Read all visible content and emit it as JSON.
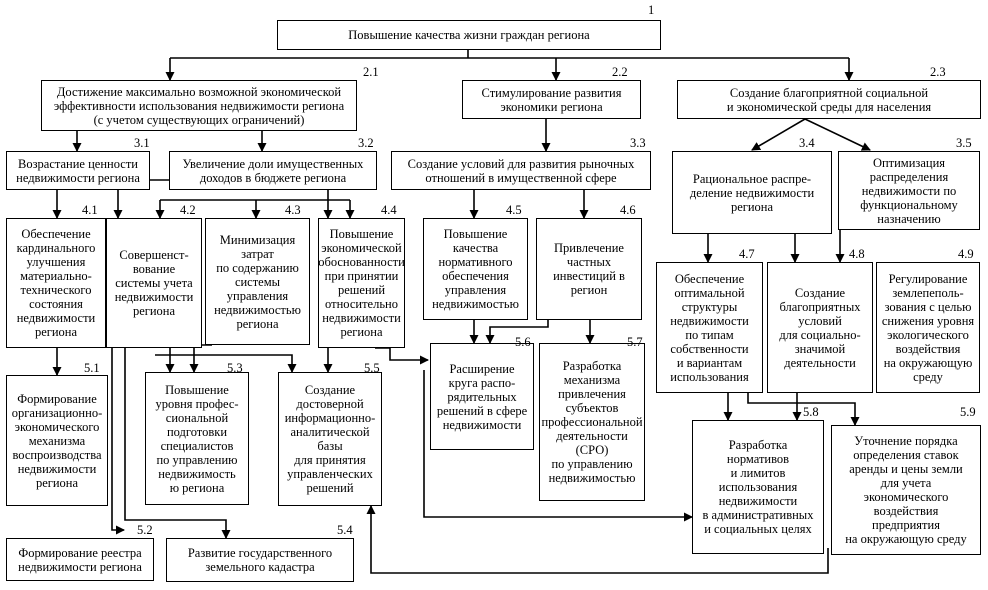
{
  "nodes": {
    "n1": {
      "num": "1",
      "text": "Повышение качества жизни граждан региона"
    },
    "n21": {
      "num": "2.1",
      "text": "Достижение максимально возможной экономической\nэффективности использования недвижимости региона\n(с учетом существующих ограничений)"
    },
    "n22": {
      "num": "2.2",
      "text": "Стимулирование развития\nэкономики региона"
    },
    "n23": {
      "num": "2.3",
      "text": "Создание благоприятной социальной\nи экономической среды для населения"
    },
    "n31": {
      "num": "3.1",
      "text": "Возрастание ценности\nнедвижимости региона"
    },
    "n32": {
      "num": "3.2",
      "text": "Увеличение доли имущественных\nдоходов в бюджете региона"
    },
    "n33": {
      "num": "3.3",
      "text": "Создание условий для развития рыночных\nотношений в имущественной сфере"
    },
    "n34": {
      "num": "3.4",
      "text": "Рациональное распре-\nделение недвижимости\nрегиона"
    },
    "n35": {
      "num": "3.5",
      "text": "Оптимизация\nраспределения\nнедвижимости по\nфункциональному\nназначению"
    },
    "n41": {
      "num": "4.1",
      "text": "Обеспечение\nкардинального\nулучшения\nматериально-\nтехнического\nсостояния\nнедвижимости\nрегиона"
    },
    "n42": {
      "num": "4.2",
      "text": "Совершенст-\nвование\nсистемы учета\nнедвижимости\nрегиона"
    },
    "n43": {
      "num": "4.3",
      "text": "Минимизация\nзатрат\nпо содержанию\nсистемы\nуправления\nнедвижимостью\nрегиона"
    },
    "n44": {
      "num": "4.4",
      "text": "Повышение\nэкономической\nобоснованности\nпри принятии\nрешений\nотносительно\nнедвижимости\nрегиона"
    },
    "n45": {
      "num": "4.5",
      "text": "Повышение\nкачества\nнормативного\nобеспечения\nуправления\nнедвижимостью"
    },
    "n46": {
      "num": "4.6",
      "text": "Привлечение\nчастных\nинвестиций в\nрегион"
    },
    "n47": {
      "num": "4.7",
      "text": "Обеспечение\nоптимальной\nструктуры\nнедвижимости\nпо типам\nсобственности\nи вариантам\nиспользования"
    },
    "n48": {
      "num": "4.8",
      "text": "Создание\nблагоприятных\nусловий\nдля социально-\nзначимой\nдеятельности"
    },
    "n49": {
      "num": "4.9",
      "text": "Регулирование\nземлепеполь-\nзования с целью\nснижения уровня\nэкологического\nвоздействия\nна окружающую\nсреду"
    },
    "n51": {
      "num": "5.1",
      "text": "Формирование\nорганизационно-\nэкономического\nмеханизма\nвоспроизводства\nнедвижимости\nрегиона"
    },
    "n52": {
      "num": "5.2",
      "text": "Формирование реестра\nнедвижимости региона"
    },
    "n53": {
      "num": "5.3",
      "text": "Повышение\nуровня профес-\nсиональной\nподготовки\nспециалистов\nпо управлению\nнедвижимость\nю региона"
    },
    "n54": {
      "num": "5.4",
      "text": "Развитие государственного\nземельного кадастра"
    },
    "n55": {
      "num": "5.5",
      "text": "Создание\nдостоверной\nинформационно-\nаналитической\nбазы\nдля принятия\nуправленческих\nрешений"
    },
    "n56": {
      "num": "5.6",
      "text": "Расширение\nкруга распо-\nрядительных\nрешений в сфере\nнедвижимости"
    },
    "n57": {
      "num": "5.7",
      "text": "Разработка\nмеханизма\nпривлечения\nсубъектов\nпрофессиональной\nдеятельности\n(СРО)\nпо управлению\nнедвижимостью"
    },
    "n58": {
      "num": "5.8",
      "text": "Разработка\nнормативов\nи лимитов\nиспользования\nнедвижимости\nв административных\nи социальных целях"
    },
    "n59": {
      "num": "5.9",
      "text": "Уточнение порядка\nопределения ставок\nаренды и цены земли\nдля учета\nэкономического\nвоздействия\nпредприятия\nна окружающую среду"
    }
  }
}
